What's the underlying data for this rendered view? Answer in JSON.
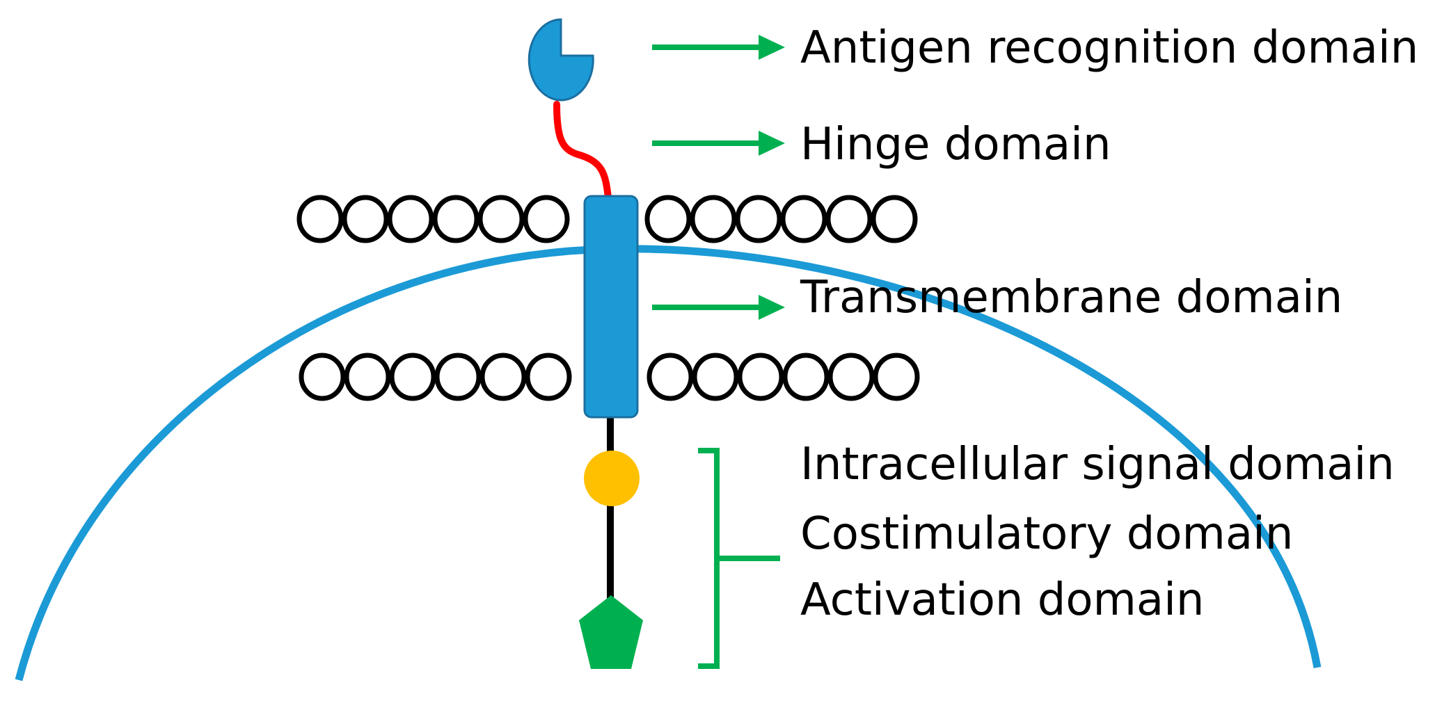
{
  "labels": {
    "antigen": "Antigen recognition domain",
    "hinge": "Hinge domain",
    "transmembrane": "Transmembrane domain",
    "intracellular": "Intracellular signal domain",
    "costimulatory": "Costimulatory domain",
    "activation": "Activation domain"
  },
  "colors": {
    "cell_membrane": "#1b9ad6",
    "receptor": "#1b9ad6",
    "hinge": "#ff0000",
    "arrow": "#00b050",
    "costimulatory_domain": "#ffc000",
    "activation_domain": "#00b050",
    "lipid": "#000000",
    "tail": "#000000"
  },
  "icons": {
    "antigen_binder": "pacman-shape",
    "costimulatory": "circle",
    "activation": "pentagon"
  }
}
